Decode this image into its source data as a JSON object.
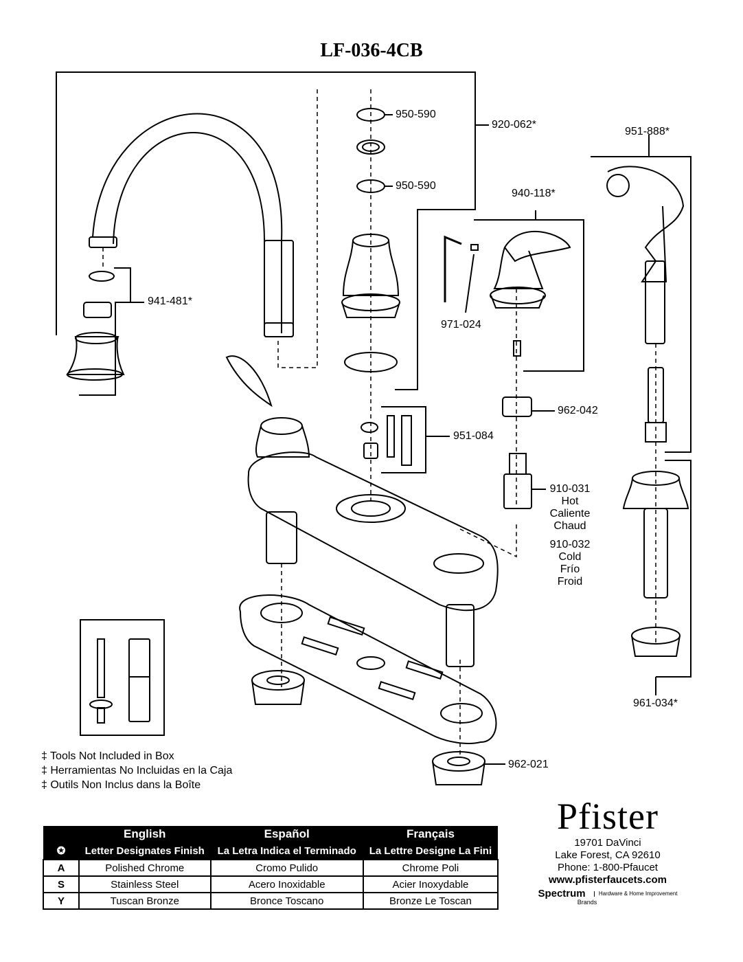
{
  "title": "LF-036-4CB",
  "parts": {
    "p950590_top": "950-590",
    "p950590_bottom": "950-590",
    "p920062": "920-062*",
    "p951888": "951-888*",
    "p940118": "940-118*",
    "p941481": "941-481*",
    "p971024": "971-024",
    "p962042": "962-042",
    "p951084": "951-084",
    "p910031": "910-031",
    "hot": [
      "Hot",
      "Caliente",
      "Chaud"
    ],
    "p910032": "910-032",
    "cold": [
      "Cold",
      "Frío",
      "Froid"
    ],
    "p961034": "961-034*",
    "p962021": "962-021"
  },
  "notes": [
    "‡ Tools Not Included in Box",
    "‡ Herramientas No Incluidas  en la Caja",
    "‡ Outils Non Inclus dans la Boîte"
  ],
  "finish_table": {
    "languages": [
      "English",
      "Español",
      "Français"
    ],
    "key_symbol": "✪",
    "subheaders": [
      "Letter Designates Finish",
      "La Letra Indica el Terminado",
      "La Lettre Designe La Fini"
    ],
    "rows": [
      {
        "key": "A",
        "en": "Polished Chrome",
        "es": "Cromo Pulido",
        "fr": "Chrome Poli"
      },
      {
        "key": "S",
        "en": "Stainless Steel",
        "es": "Acero Inoxidable",
        "fr": "Acier Inoxydable"
      },
      {
        "key": "Y",
        "en": "Tuscan Bronze",
        "es": "Bronce Toscano",
        "fr": "Bronze Le Toscan"
      }
    ]
  },
  "brand": {
    "logo": "Pfister",
    "address1": "19701 DaVinci",
    "address2": "Lake Forest, CA 92610",
    "phone": "Phone: 1-800-Pfaucet",
    "url": "www.pfisterfaucets.com",
    "parent": "Spectrum",
    "parent_sub": "Brands",
    "parent_tag": "Hardware & Home Improvement"
  }
}
